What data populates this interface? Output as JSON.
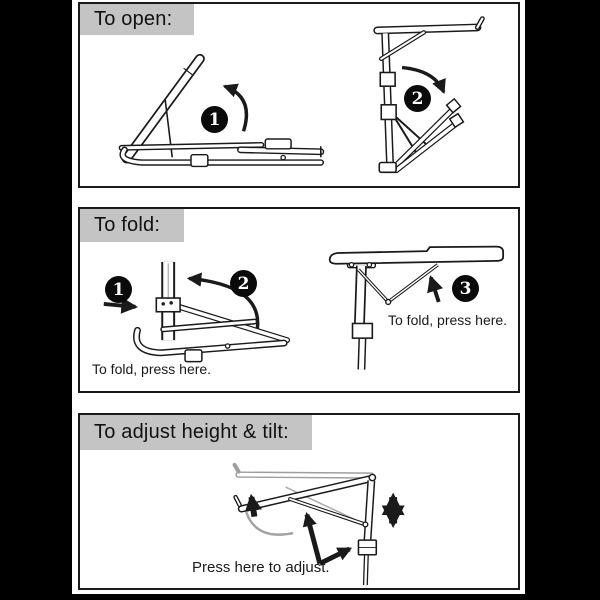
{
  "panels": {
    "open": {
      "title": "To open:",
      "badges": {
        "step1": "1",
        "step2": "2"
      }
    },
    "fold": {
      "title": "To fold:",
      "badges": {
        "step1": "1",
        "step2": "2",
        "step3": "3"
      },
      "captions": {
        "left": "To fold, press here.",
        "right": "To fold, press here."
      }
    },
    "adjust": {
      "title": "To adjust height & tilt:",
      "captions": {
        "main": "Press here to adjust."
      }
    }
  },
  "colors": {
    "line": "#1a1a1a",
    "header_bg": "#c4c4c4",
    "ghost_gray": "#9e9e9e",
    "frame_black": "#000000",
    "panel_white": "#ffffff"
  }
}
